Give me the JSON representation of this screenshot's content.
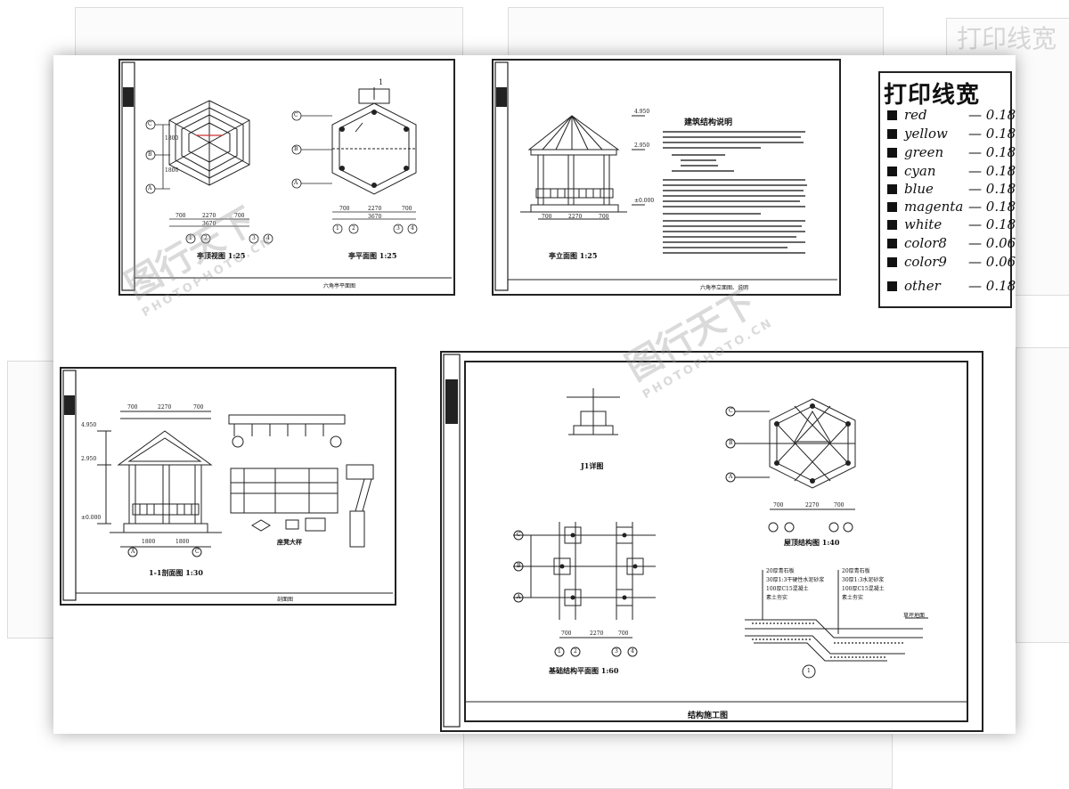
{
  "legend": {
    "title": "打印线宽",
    "rows": [
      {
        "name": "red",
        "value": "0.18"
      },
      {
        "name": "yellow",
        "value": "0.18"
      },
      {
        "name": "green",
        "value": "0.18"
      },
      {
        "name": "cyan",
        "value": "0.18"
      },
      {
        "name": "blue",
        "value": "0.18"
      },
      {
        "name": "magenta",
        "value": "0.18"
      },
      {
        "name": "white",
        "value": "0.18"
      },
      {
        "name": "color8",
        "value": "0.06"
      },
      {
        "name": "color9",
        "value": "0.06"
      },
      {
        "name": "other",
        "value": "0.18"
      }
    ]
  },
  "sheet1": {
    "caption_roof": "亭顶视图 1:25",
    "caption_plan": "亭平面图 1:25",
    "title_block": "六角亭平面图",
    "section_mark": "1",
    "grid_rows": [
      "C",
      "B",
      "A"
    ],
    "grid_cols": [
      "1",
      "2",
      "3",
      "4"
    ],
    "dims_bottom": [
      "700",
      "2270",
      "700"
    ],
    "dims_total": "3670",
    "dims_side": [
      "1800",
      "1800"
    ]
  },
  "sheet2": {
    "heading": "建筑结构说明",
    "caption_elev": "亭立面图 1:25",
    "title_block": "六角亭立面图、说明",
    "elev_top": "4.950",
    "elev_mid": "2.950",
    "elev_base": "±0.000",
    "dims_bottom": [
      "700",
      "2270",
      "700"
    ]
  },
  "sheet3": {
    "caption_section": "1-1剖面图 1:30",
    "caption_detail": "座凳大样",
    "title_block": "剖面图",
    "elev_top": "4.950",
    "elev_mid": "2.950",
    "elev_base": "±0.000",
    "dims_top": [
      "700",
      "2270",
      "700"
    ],
    "dims_bottom": [
      "1800",
      "1800"
    ],
    "grid_bottom": [
      "A",
      "C"
    ]
  },
  "sheet4": {
    "caption_j1": "J1详图",
    "caption_foundation": "基础结构平面图 1:60",
    "caption_roof_struct": "屋顶结构图 1:40",
    "detail_num": "1",
    "title_block": "结构施工图",
    "grid_rows": [
      "C",
      "B",
      "A"
    ],
    "grid_cols": [
      "1",
      "2",
      "3",
      "4"
    ],
    "dims_bottom": [
      "700",
      "2270",
      "700"
    ],
    "callouts_left": [
      "20厚青石板",
      "30厚1:3干硬性水泥砂浆",
      "100厚C15混凝土",
      "素土夯实"
    ],
    "callouts_right": [
      "20厚青石板",
      "30厚1:3水泥砂浆",
      "100厚C15混凝土",
      "素土夯实"
    ],
    "ground_note": "草坪地面"
  },
  "watermark": {
    "text": "图行天下",
    "sub": "PHOTOPHOTO.CN"
  },
  "ghost_legend_title": "打印线宽"
}
